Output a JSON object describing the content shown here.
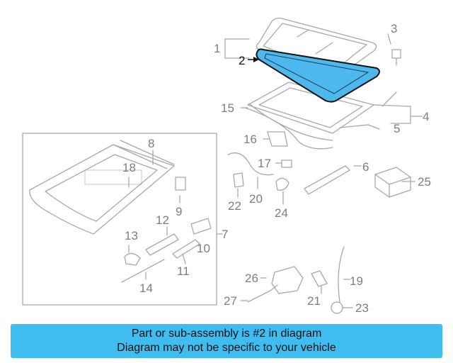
{
  "callouts": [
    {
      "id": "1",
      "label": "1"
    },
    {
      "id": "2",
      "label": "2"
    },
    {
      "id": "3",
      "label": "3"
    },
    {
      "id": "4",
      "label": "4"
    },
    {
      "id": "5",
      "label": "5"
    },
    {
      "id": "6",
      "label": "6"
    },
    {
      "id": "7",
      "label": "7"
    },
    {
      "id": "8",
      "label": "8"
    },
    {
      "id": "9",
      "label": "9"
    },
    {
      "id": "10",
      "label": "10"
    },
    {
      "id": "11",
      "label": "11"
    },
    {
      "id": "12",
      "label": "12"
    },
    {
      "id": "13",
      "label": "13"
    },
    {
      "id": "14",
      "label": "14"
    },
    {
      "id": "15",
      "label": "15"
    },
    {
      "id": "16",
      "label": "16"
    },
    {
      "id": "17",
      "label": "17"
    },
    {
      "id": "18",
      "label": "18"
    },
    {
      "id": "19",
      "label": "19"
    },
    {
      "id": "20",
      "label": "20"
    },
    {
      "id": "21",
      "label": "21"
    },
    {
      "id": "22",
      "label": "22"
    },
    {
      "id": "23",
      "label": "23"
    },
    {
      "id": "24",
      "label": "24"
    },
    {
      "id": "25",
      "label": "25"
    },
    {
      "id": "26",
      "label": "26"
    },
    {
      "id": "27",
      "label": "27"
    }
  ],
  "highlighted_part": "2",
  "colors": {
    "highlight_fill": "#4db8ee",
    "banner": "#3fbcf0",
    "line": "#a8a8a8"
  },
  "banner": {
    "line1": "Part or sub-assembly is #2 in diagram",
    "line2": "Diagram may not be specific to your vehicle"
  }
}
